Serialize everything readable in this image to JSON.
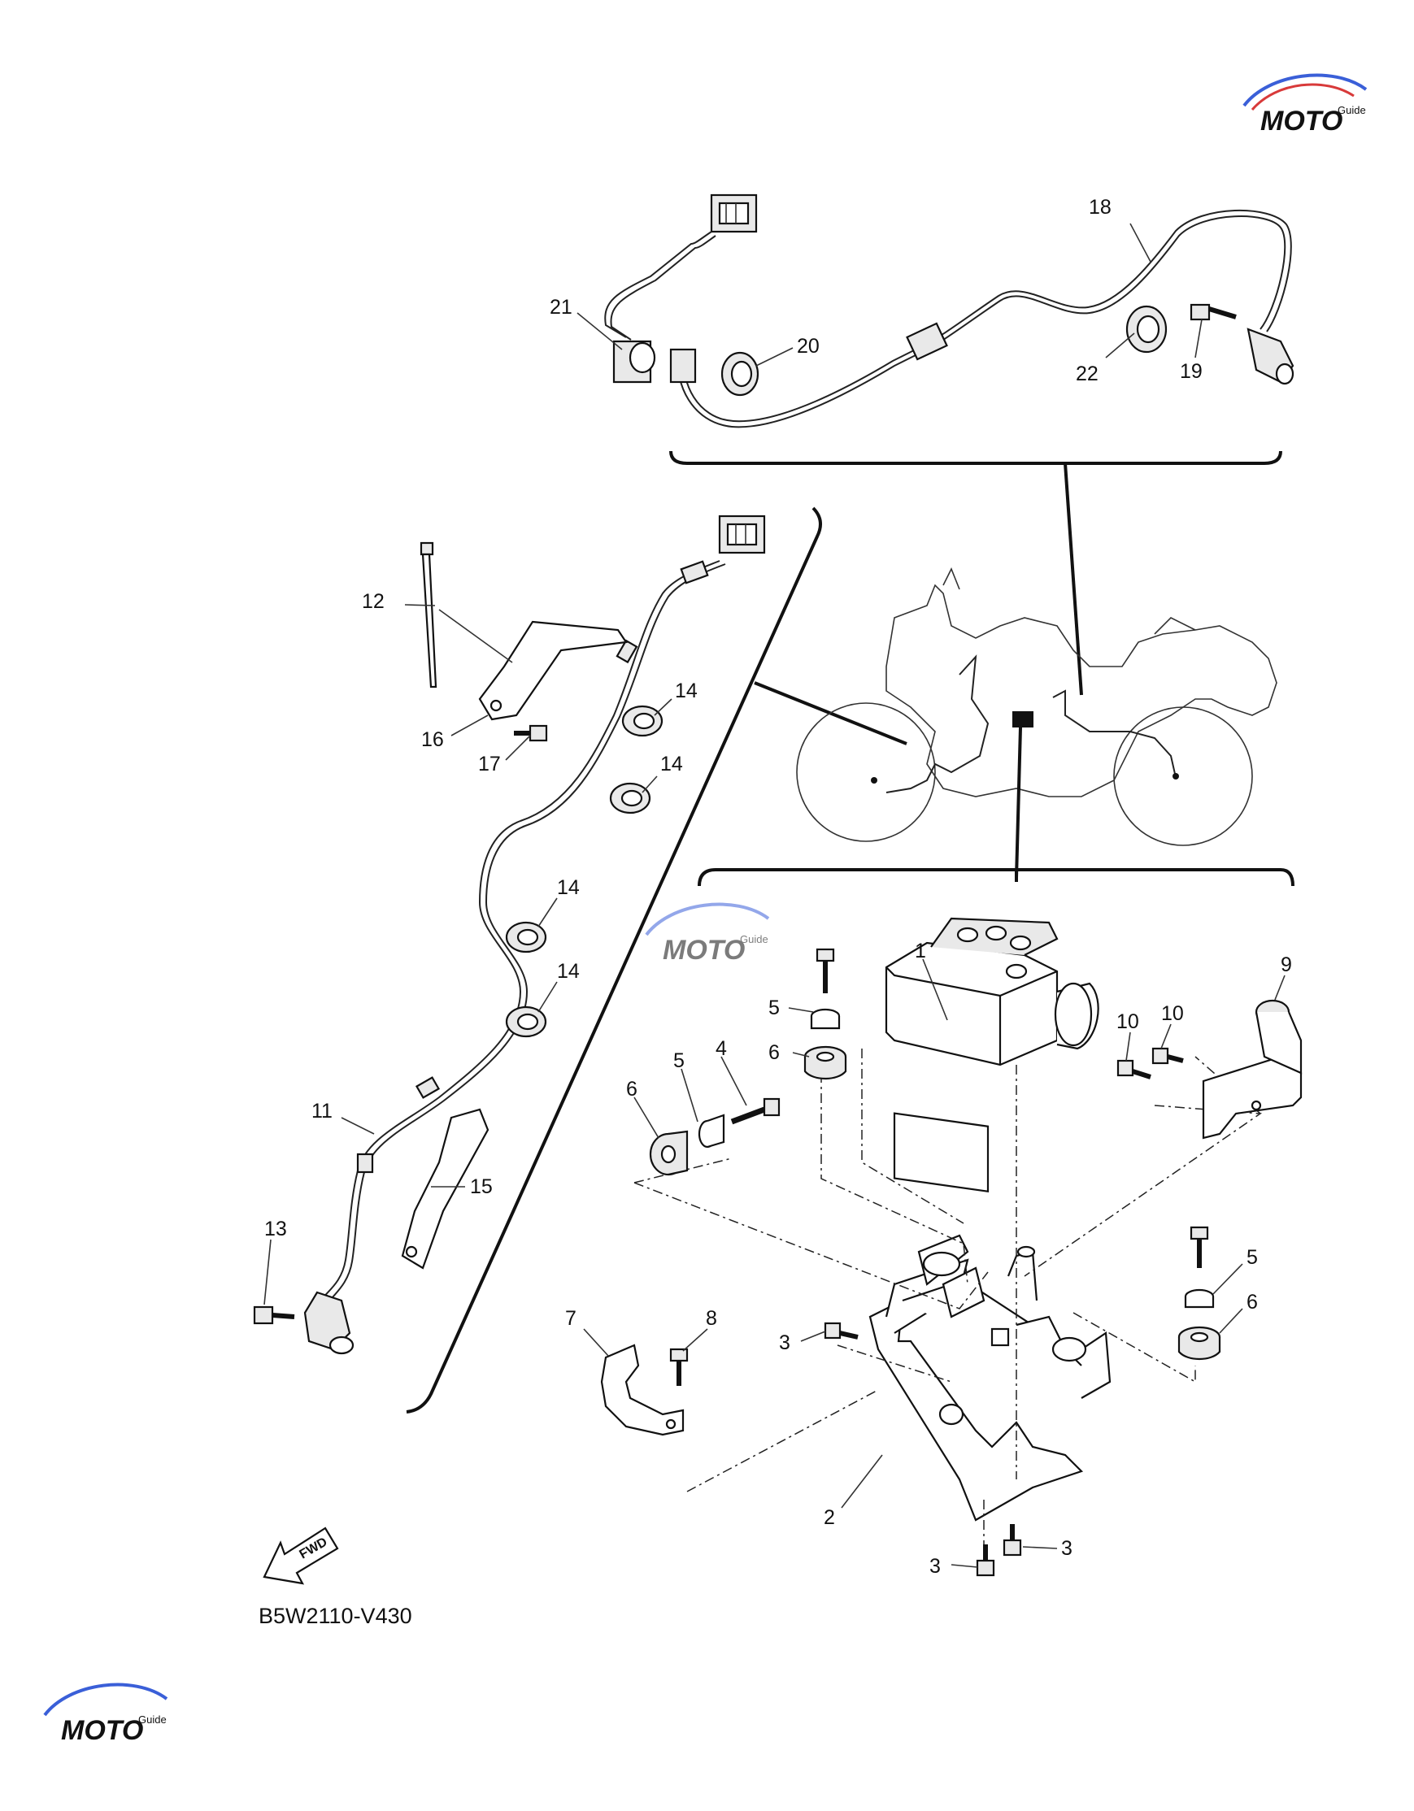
{
  "diagram_code": "B5W2110-V430",
  "fwd_label": "FWD",
  "watermark": {
    "brand": "MOTO",
    "sub": "Guide"
  },
  "colors": {
    "line": "#111111",
    "watermark_red": "#d83a3a",
    "watermark_blue": "#3a5fd8"
  },
  "callouts": {
    "c1": "1",
    "c2": "2",
    "c3a": "3",
    "c3b": "3",
    "c3c": "3",
    "c4": "4",
    "c5a": "5",
    "c5b": "5",
    "c5c": "5",
    "c6a": "6",
    "c6b": "6",
    "c6c": "6",
    "c7": "7",
    "c8": "8",
    "c9": "9",
    "c10a": "10",
    "c10b": "10",
    "c11": "11",
    "c12": "12",
    "c13": "13",
    "c14a": "14",
    "c14b": "14",
    "c14c": "14",
    "c14d": "14",
    "c15": "15",
    "c16": "16",
    "c17": "17",
    "c18": "18",
    "c19": "19",
    "c20": "20",
    "c21": "21",
    "c22": "22"
  }
}
